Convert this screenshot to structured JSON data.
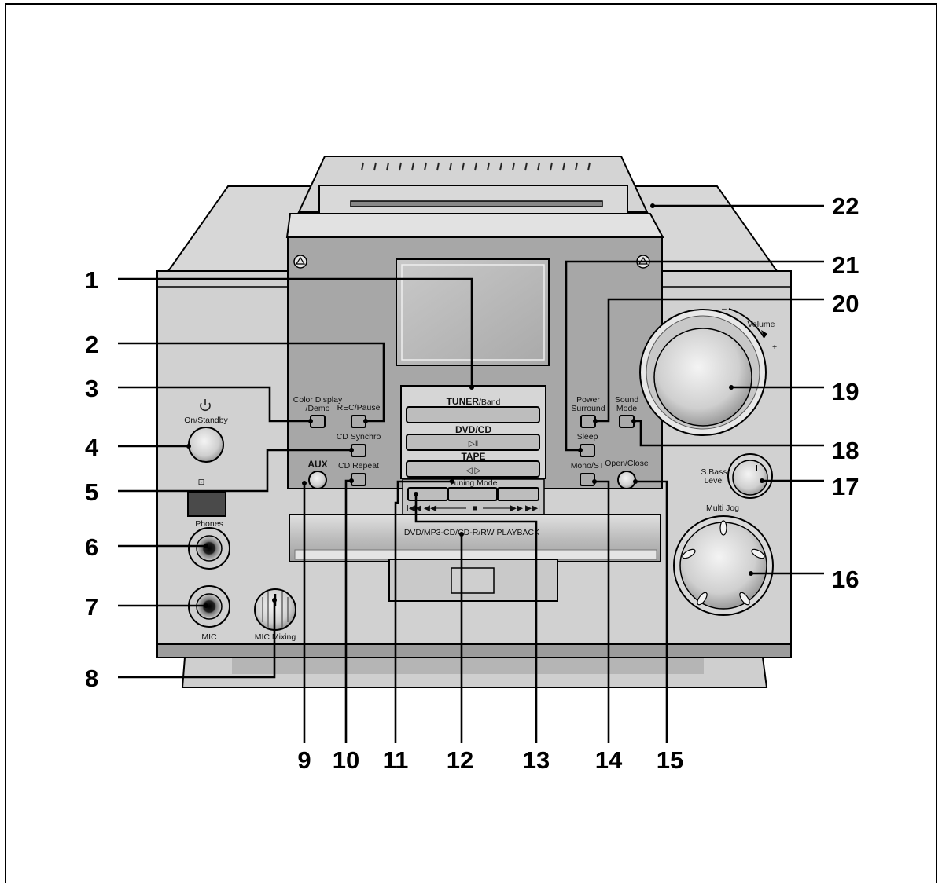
{
  "device_labels": {
    "color_display_1": "Color Display",
    "color_display_2": "/Demo",
    "rec_pause": "REC/Pause",
    "on_standby": "On/Standby",
    "cd_synchro": "CD Synchro",
    "aux": "AUX",
    "cd_repeat": "CD Repeat",
    "phones": "Phones",
    "mic": "MIC",
    "mic_mixing": "MIC Mixing",
    "tuner": "TUNER",
    "band": "/Band",
    "dvd_cd": "DVD/CD",
    "dvd_cd_symbol": "▷‖",
    "tape": "TAPE",
    "tape_symbol": "◁ ▷",
    "tuning_mode": "Tuning Mode",
    "transport_left": "I◀◀ ◀◀",
    "transport_stop": "■",
    "transport_right": "▶▶ ▶▶I",
    "playback_banner": "DVD/MP3-CD/CD-R/RW PLAYBACK",
    "power_surround_1": "Power",
    "power_surround_2": "Surround",
    "sound_mode_1": "Sound",
    "sound_mode_2": "Mode",
    "sleep": "Sleep",
    "mono_st": "Mono/ST",
    "open_close": "Open/Close",
    "volume": "Volume",
    "volume_minus": "–",
    "volume_plus": "+",
    "s_bass_1": "S.Bass",
    "s_bass_2": "Level",
    "multi_jog": "Multi Jog",
    "ir_symbol": "⊡"
  },
  "callouts": [
    "1",
    "2",
    "3",
    "4",
    "5",
    "6",
    "7",
    "8",
    "9",
    "10",
    "11",
    "12",
    "13",
    "14",
    "15",
    "16",
    "17",
    "18",
    "19",
    "20",
    "21",
    "22"
  ]
}
